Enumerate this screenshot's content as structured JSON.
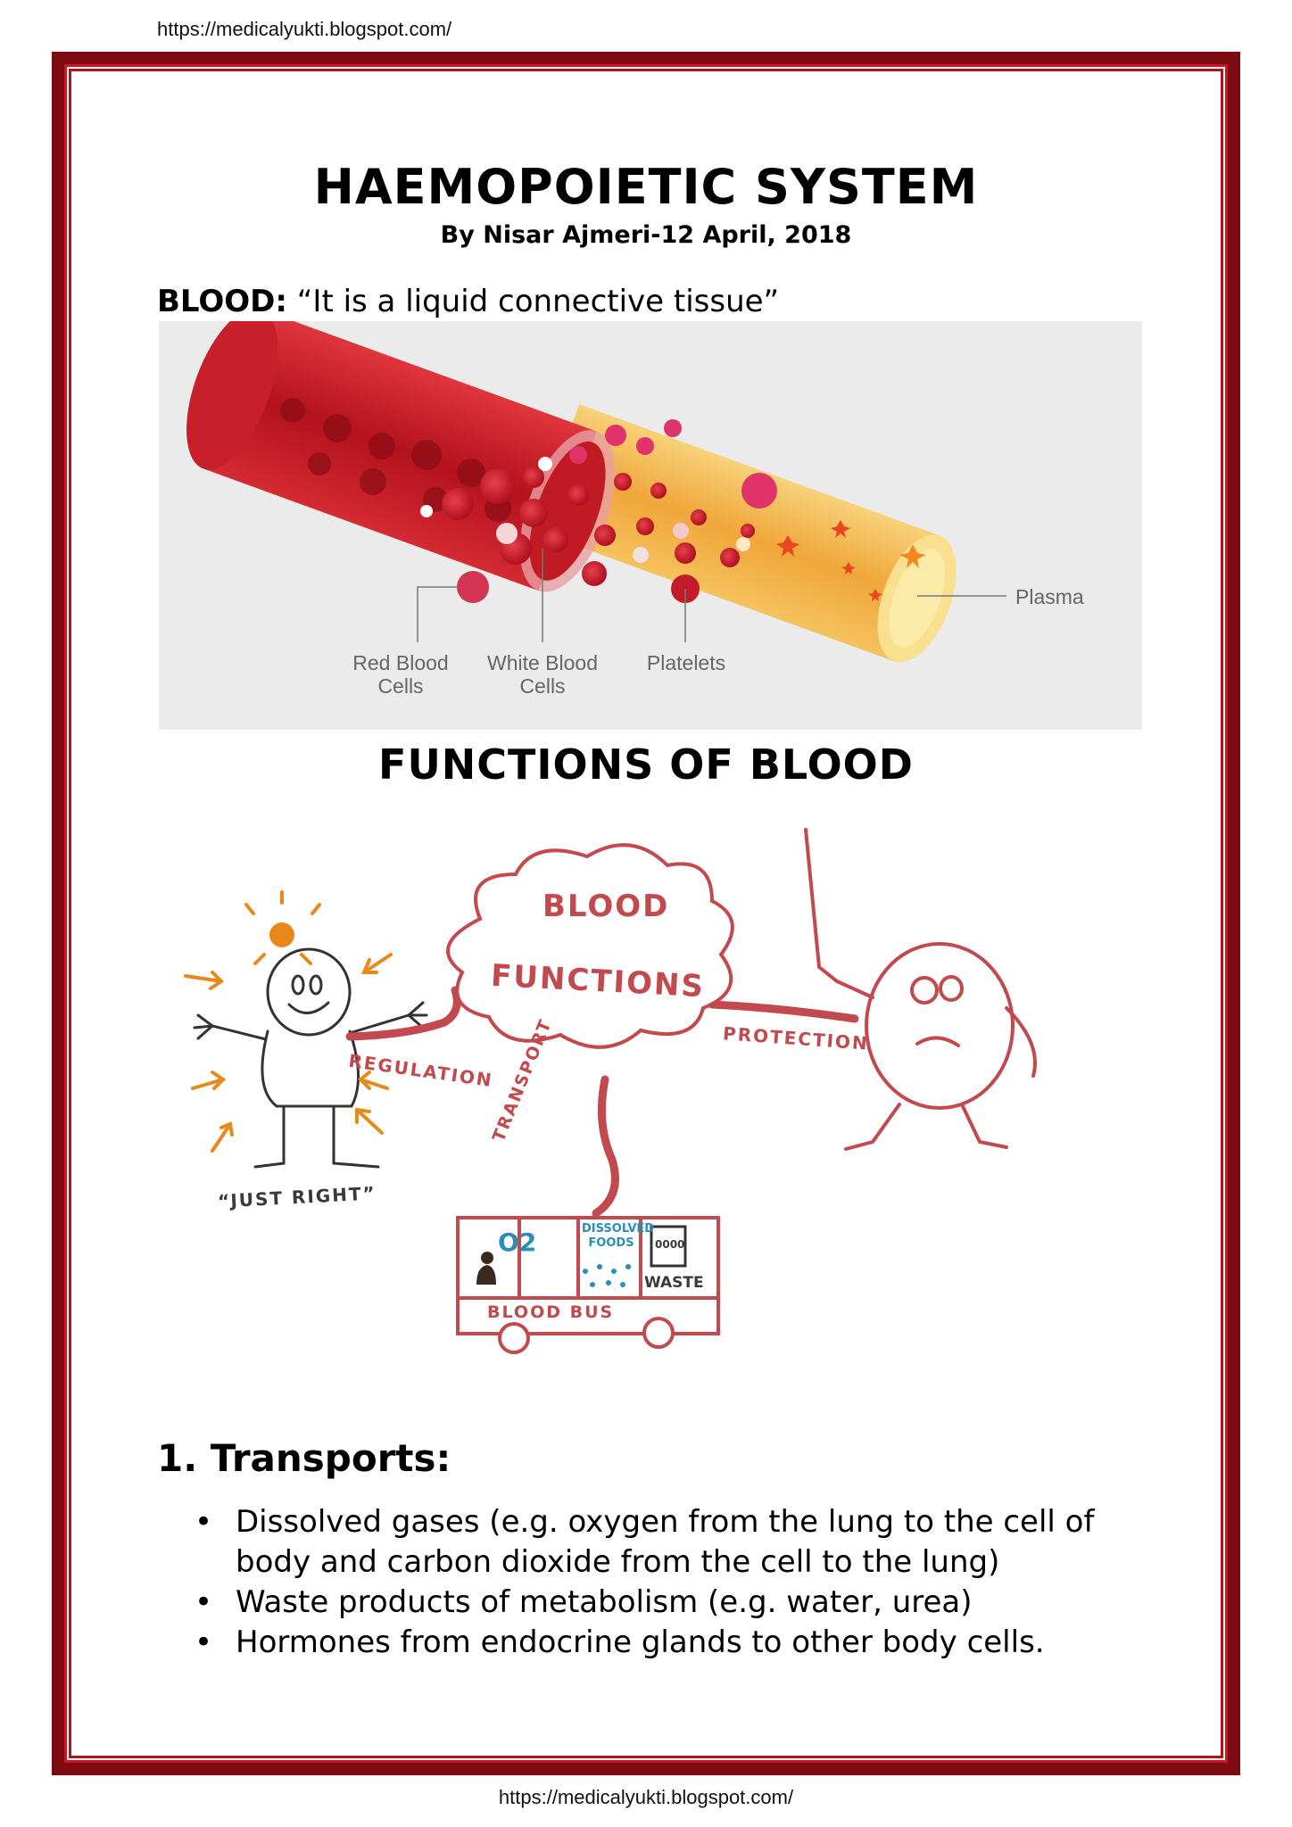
{
  "url_top": "https://medicalyukti.blogspot.com/",
  "url_bottom": "https://medicalyukti.blogspot.com/",
  "title": "HAEMOPOIETIC SYSTEM",
  "byline": "By Nisar Ajmeri-12 April, 2018",
  "definition": {
    "term": "BLOOD:",
    "text": " “It is a liquid connective tissue”"
  },
  "vessel_figure": {
    "labels": {
      "rbc": "Red Blood Cells",
      "wbc": "White Blood Cells",
      "platelets": "Platelets",
      "plasma": "Plasma"
    }
  },
  "section_title": "FUNCTIONS OF BLOOD",
  "functions_figure": {
    "cloud_line1": "BLOOD",
    "cloud_line2": "FUNCTIONS",
    "regulation": "REGULATION",
    "protection": "PROTECTION",
    "transport": "TRANSPORT",
    "just_right": "“JUST RIGHT”",
    "bus_o2": "O2",
    "bus_foods": "DISSOLVED FOODS",
    "bus_waste": "WASTE",
    "bus_name": "BLOOD BUS",
    "bin_text": "0000"
  },
  "transports": {
    "heading": "1. Transports:",
    "items": [
      "Dissolved gases (e.g. oxygen from the lung to the cell of body and carbon dioxide from the cell to the lung)",
      "Waste products of metabolism (e.g. water, urea)",
      "Hormones from endocrine glands to other body cells."
    ]
  },
  "colors": {
    "frame_dark": "#7d0a10",
    "frame_bright": "#c9161f",
    "sketch_red": "#c24a4e",
    "sketch_orange": "#e8891c"
  }
}
